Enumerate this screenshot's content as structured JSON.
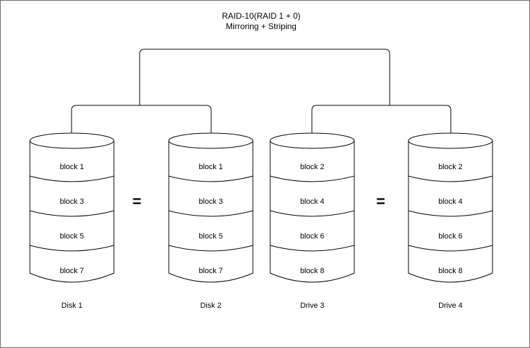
{
  "diagram": {
    "title_line1": "RAID-10(RAID 1 + 0)",
    "title_line2": "Mirroring + Striping",
    "equals_symbol": "=",
    "stroke_color": "#000000",
    "fill_color": "#ffffff",
    "border_color": "#6b6b6b",
    "mirror_pairs": [
      {
        "left_disk": "Disk 1",
        "right_disk": "Disk 2",
        "equals": "="
      },
      {
        "left_disk": "Drive 3",
        "right_disk": "Drive 4",
        "equals": "="
      }
    ],
    "disks": [
      {
        "label": "Disk 1",
        "blocks": [
          "block 1",
          "block 3",
          "block 5",
          "block 7"
        ]
      },
      {
        "label": "Disk 2",
        "blocks": [
          "block 1",
          "block 3",
          "block 5",
          "block 7"
        ]
      },
      {
        "label": "Drive 3",
        "blocks": [
          "block 2",
          "block 4",
          "block 6",
          "block 8"
        ]
      },
      {
        "label": "Drive 4",
        "blocks": [
          "block 2",
          "block 4",
          "block 6",
          "block 8"
        ]
      }
    ]
  }
}
